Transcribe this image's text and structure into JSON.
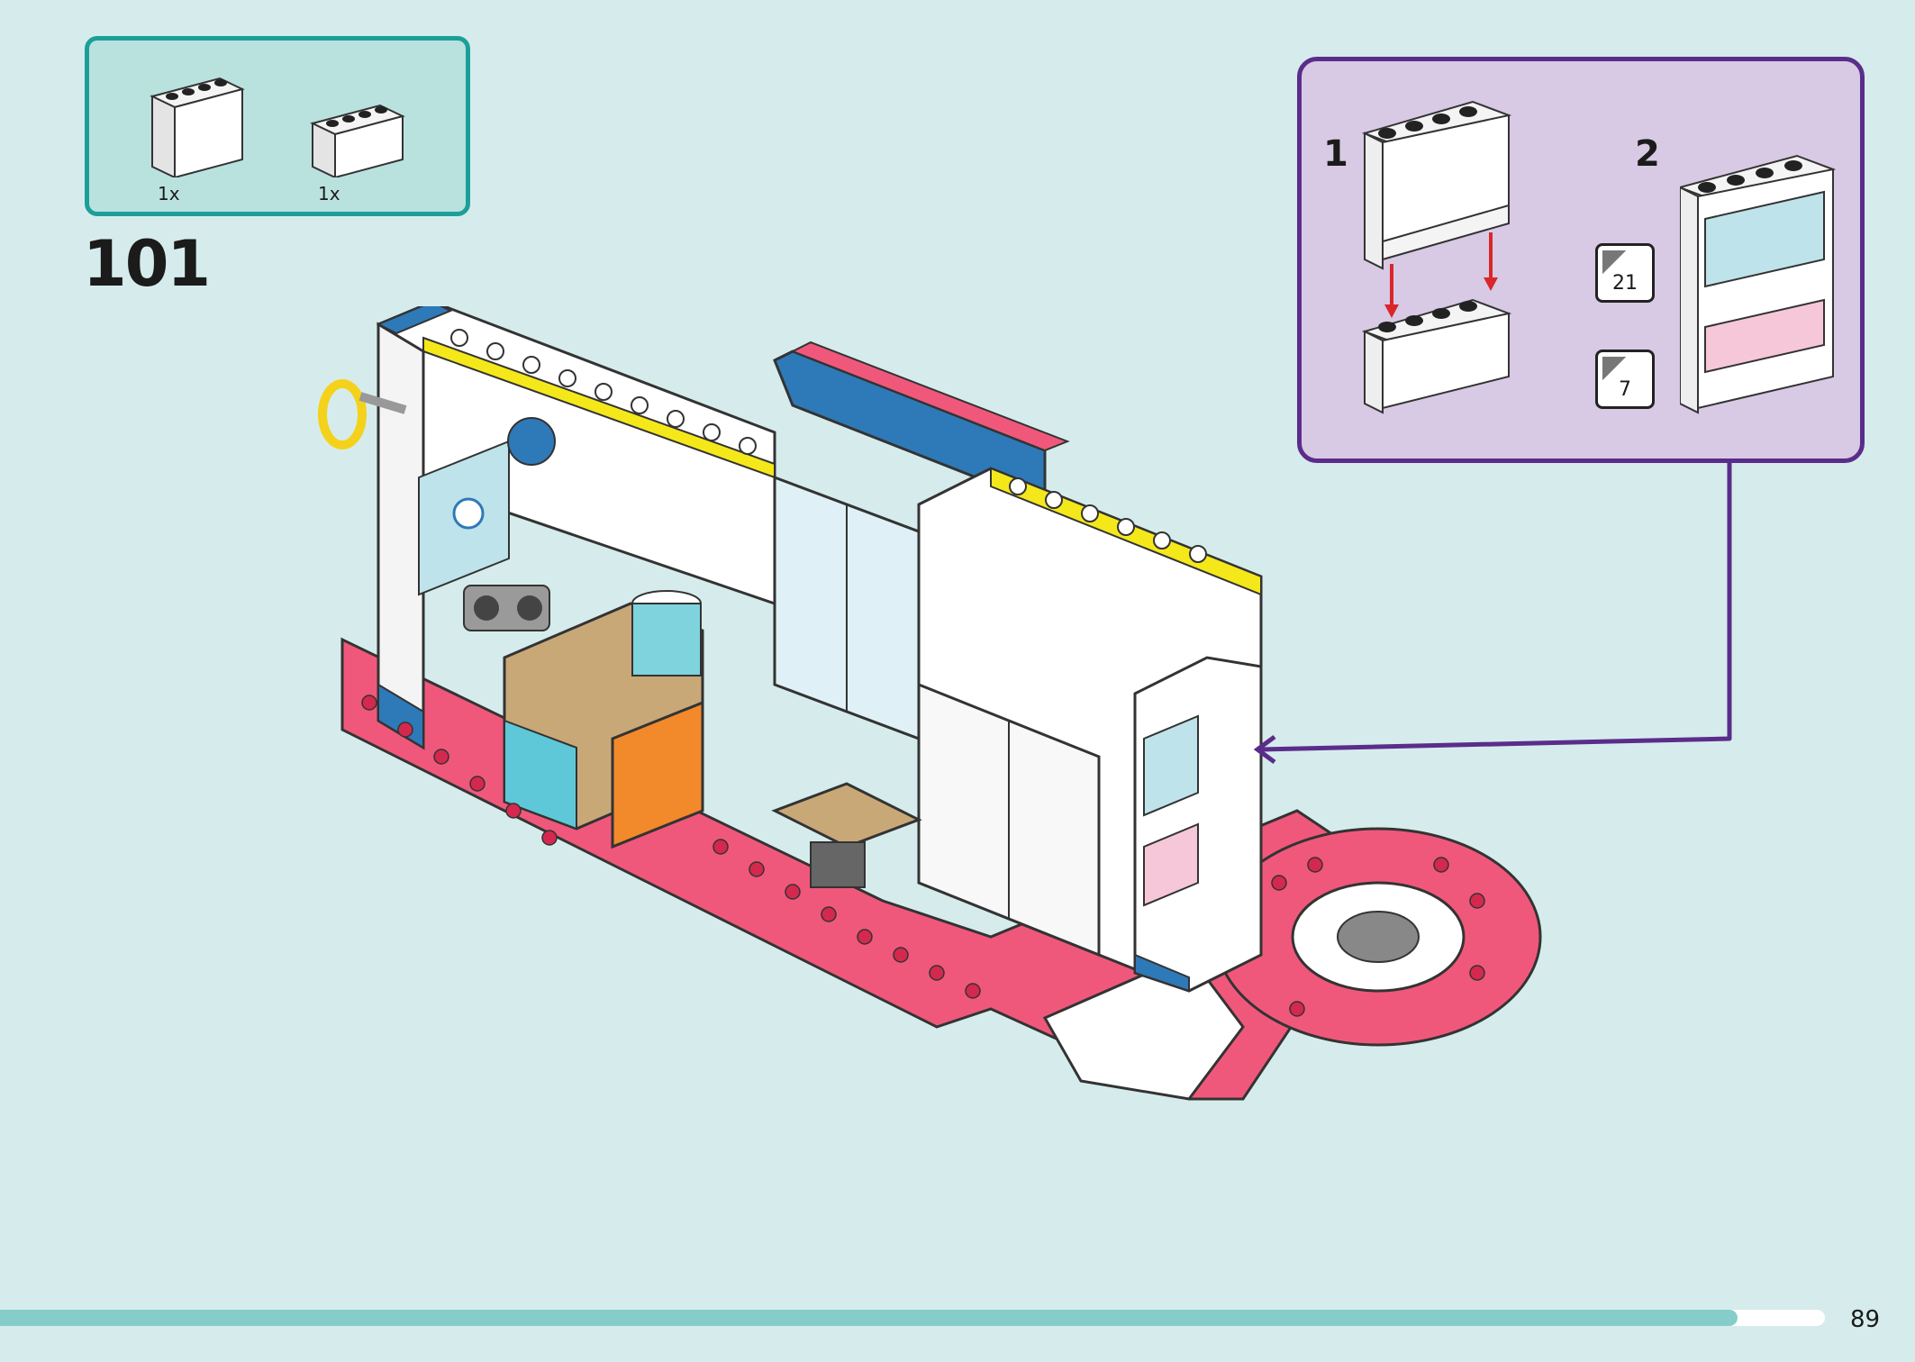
{
  "parts_list": {
    "items": [
      {
        "name": "white-panel-1x4x3",
        "qty": "1x"
      },
      {
        "name": "white-panel-1x4x2",
        "qty": "1x"
      }
    ]
  },
  "step": {
    "number": "101"
  },
  "sub_assembly": {
    "steps": [
      {
        "label": "1"
      },
      {
        "label": "2"
      }
    ],
    "stickers": [
      {
        "label": "21"
      },
      {
        "label": "7"
      }
    ]
  },
  "page": {
    "number": "89",
    "progress": 0.952
  },
  "colors": {
    "background": "#d6ecec",
    "parts_box": "#1d9f99",
    "sub_box": "#5b2d8a",
    "sub_box_fill": "#d8c9e4",
    "progress": "#86cdca",
    "baseplate": "#f0587b",
    "accent_blue": "#2e79b8",
    "accent_yellow": "#f4e81b",
    "arrow_red": "#d9262a"
  }
}
